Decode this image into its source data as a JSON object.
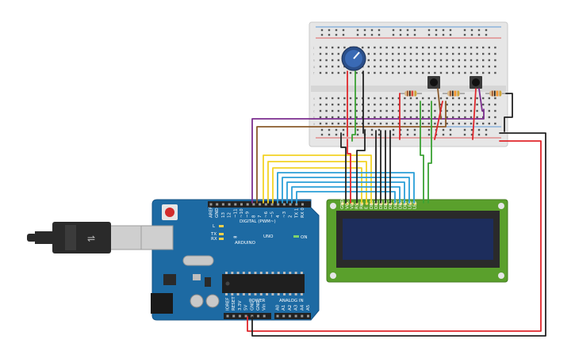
{
  "arduino": {
    "brand": "ARDUINO",
    "model": "UNO",
    "on_label": "ON",
    "tx_label": "TX",
    "rx_label": "RX",
    "l_label": "L",
    "digital_label": "DIGITAL (PWM~)",
    "power_label": "POWER",
    "analog_label": "ANALOG IN",
    "aref": "AREF",
    "gnd": "GND",
    "digital_pins": [
      "13",
      "12",
      "~11",
      "~10",
      "~9",
      "8",
      "7",
      "~6",
      "~5",
      "4",
      "~3",
      "2",
      "TX 1",
      "RX 0"
    ],
    "power_pins": [
      "IOREF",
      "RESET",
      "3.3V",
      "5V",
      "GND",
      "GND",
      "Vin"
    ],
    "analog_pins": [
      "A0",
      "A1",
      "A2",
      "A3",
      "A4",
      "A5"
    ]
  },
  "lcd": {
    "pin_labels": [
      "GND",
      "VCC",
      "V0",
      "RS",
      "RW",
      "E",
      "DB0",
      "DB1",
      "DB2",
      "DB3",
      "DB4",
      "DB5",
      "DB6",
      "DB7",
      "LED",
      "LED"
    ]
  },
  "breadboard": {
    "row_letters_top": [
      "j",
      "i",
      "h",
      "g",
      "f"
    ],
    "row_letters_bottom": [
      "e",
      "d",
      "c",
      "b",
      "a"
    ]
  },
  "colors": {
    "arduino_board": "#1d6aa3",
    "lcd_board": "#5aa02c",
    "lcd_screen": "#1d2d5c",
    "breadboard": "#e8e8e8",
    "wire_red": "#e0262b",
    "wire_black": "#222222",
    "wire_yellow": "#f3d324",
    "wire_blue": "#2a9fd8",
    "wire_green": "#3ba234",
    "wire_purple": "#7b2d8e",
    "wire_brown": "#8a5a2b"
  }
}
